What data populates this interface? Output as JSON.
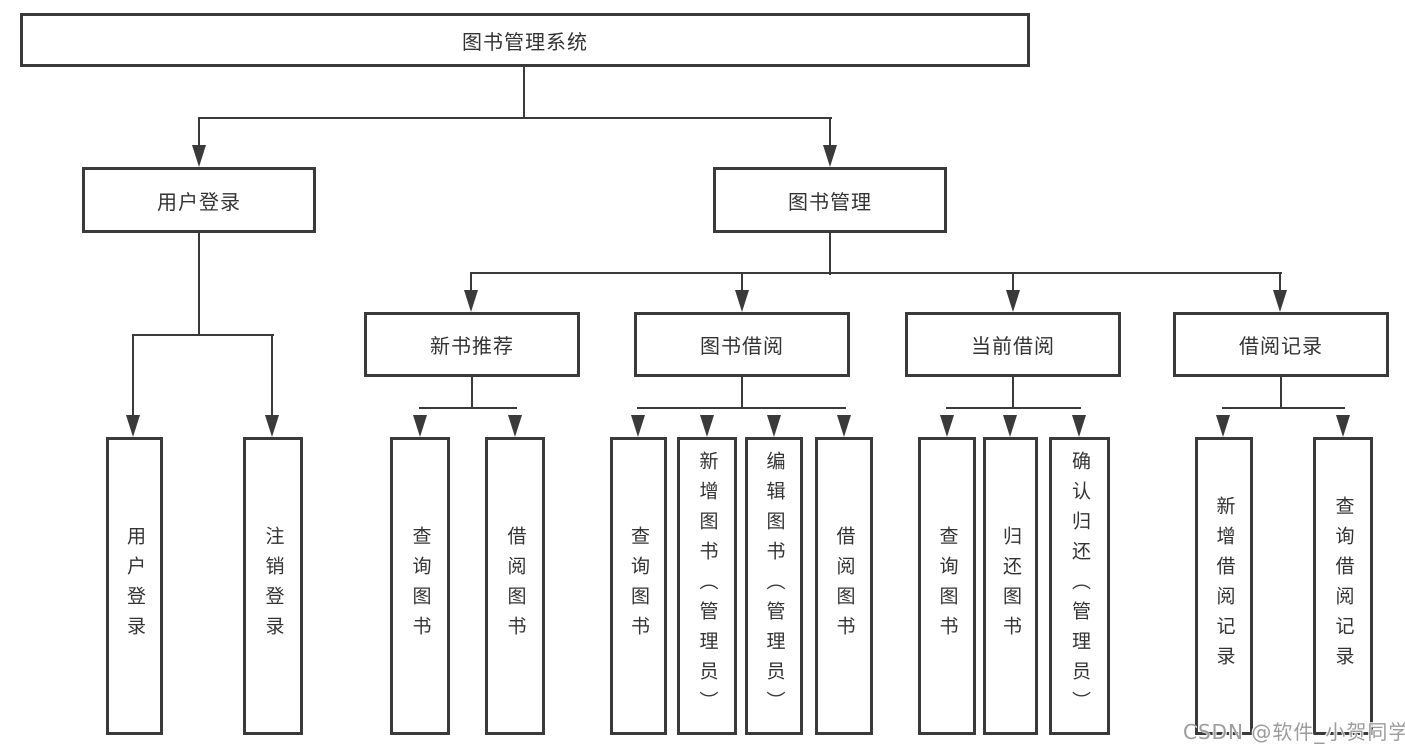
{
  "diagram": {
    "root": "图书管理系统",
    "user_login": {
      "label": "用户登录",
      "children": [
        "用户登录",
        "注销登录"
      ]
    },
    "book_mgmt": {
      "label": "图书管理",
      "sections": [
        {
          "label": "新书推荐",
          "children": [
            "查询图书",
            "借阅图书"
          ]
        },
        {
          "label": "图书借阅",
          "children": [
            "查询图书",
            "新增图书（管理员）",
            "编辑图书（管理员）",
            "借阅图书"
          ]
        },
        {
          "label": "当前借阅",
          "children": [
            "查询图书",
            "归还图书",
            "确认归还（管理员）"
          ]
        },
        {
          "label": "借阅记录",
          "children": [
            "新增借阅记录",
            "查询借阅记录"
          ]
        }
      ]
    }
  },
  "watermark": "CSDN @软件_小贺同学",
  "colors": {
    "line": "#3a3a3a",
    "text": "#333333",
    "box_fill": "#ffffff",
    "background": "#ffffff",
    "watermark": "#9c9c9c"
  }
}
